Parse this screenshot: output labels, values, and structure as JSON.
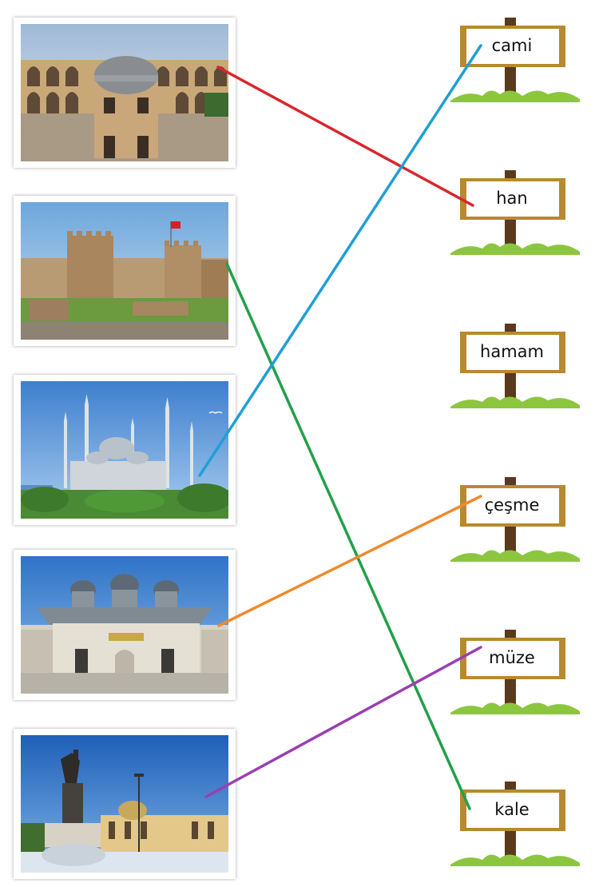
{
  "signs": [
    {
      "label": "cami"
    },
    {
      "label": "han"
    },
    {
      "label": "hamam"
    },
    {
      "label": "çeşme"
    },
    {
      "label": "müze"
    },
    {
      "label": "kale"
    }
  ],
  "photos": [
    {
      "subject": "han"
    },
    {
      "subject": "kale"
    },
    {
      "subject": "cami"
    },
    {
      "subject": "çeşme"
    },
    {
      "subject": "müze"
    }
  ],
  "connections": [
    {
      "photo": 0,
      "sign": 1,
      "color": "#d9262c"
    },
    {
      "photo": 1,
      "sign": 5,
      "color": "#22a04a"
    },
    {
      "photo": 2,
      "sign": 0,
      "color": "#1f9fd6"
    },
    {
      "photo": 3,
      "sign": 3,
      "color": "#f08a2c"
    },
    {
      "photo": 4,
      "sign": 4,
      "color": "#9a3fb0"
    }
  ],
  "colors": {
    "sign_wood": "#b8892f",
    "post": "#5a3a1c",
    "grass": "#8cc63f"
  }
}
